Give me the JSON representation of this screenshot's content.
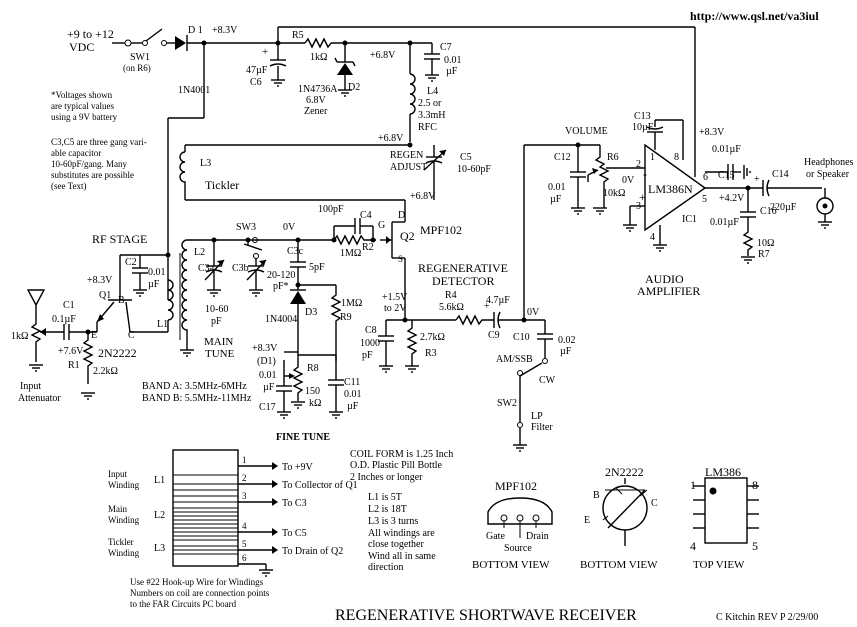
{
  "url": "http://www.qsl.net/va3iul",
  "title": "REGENERATIVE SHORTWAVE RECEIVER",
  "credit": "C Kitchin REV P 2/29/00",
  "power": {
    "input1": "+9 to +12",
    "input2": "VDC",
    "sw1": "SW1",
    "sw1_note": "(on R6)",
    "d1": "D 1",
    "d1_part": "1N4001",
    "rail1": "+8.3V",
    "rail2": "+8.3V",
    "rail3": "+8.3V",
    "rail4": "+8.3V",
    "d1_ref": "(D1)"
  },
  "note": {
    "line1": "*Voltages shown",
    "line2": "are typical values",
    "line3": "using a 9V battery",
    "line4": "C3,C5 are three gang vari-",
    "line5": "able capacitor",
    "line6": "10-60pF/gang.  Many",
    "line7": "substitutes are possible",
    "line8": "(see Text)"
  },
  "reg": {
    "r5": "R5",
    "r5_val": "1kΩ",
    "c6": "C6",
    "c6_val": "47µF",
    "v68": "+6.8V",
    "d2": "D2",
    "d2_part1": "1N4736A",
    "d2_part2": "6.8V",
    "d2_part3": "Zener",
    "c7": "C7",
    "c7_val1": "0.01",
    "c7_val2": "µF",
    "l4": "L4",
    "l4_val1": "2.5 or",
    "l4_val2": "3.3mH",
    "l4_val3": "RFC",
    "v68b": "+6.8V",
    "v68c": "+6.8V"
  },
  "regen": {
    "label1": "REGEN",
    "label2": "ADJUST",
    "c5": "C5",
    "c5_val": "10-60pF"
  },
  "tickler": {
    "l3": "L3",
    "label": "Tickler"
  },
  "rf": {
    "title": "RF STAGE",
    "v83": "+8.3V",
    "c2": "C2",
    "c2_val1": "0.01",
    "c2_val2": "µF",
    "q1": "Q1",
    "b": "B",
    "c": "C",
    "e": "E",
    "part": "2N2222",
    "c1": "C1",
    "c1_val": "0.1µF",
    "v76": "+7.6V",
    "r1": "R1",
    "r1_val": "2.2kΩ",
    "l1": "L1",
    "atten_val": "1kΩ",
    "atten1": "Input",
    "atten2": "Attenuator"
  },
  "tank": {
    "l2": "L2",
    "sw3": "SW3",
    "v0": "0V",
    "c3a": "C3a",
    "c3b": "C3b",
    "c3_val1": "10-60",
    "c3_val2": "pF",
    "main1": "MAIN",
    "main2": "TUNE",
    "c3c": "C3c",
    "c3c_val": "5pF",
    "c3c_range1": "20-120",
    "c3c_range2": "pF*",
    "d3_part": "1N4004",
    "d3": "D3",
    "r9": "R9",
    "r9_val": "1MΩ"
  },
  "fine": {
    "r8": "R8",
    "r8_val1": "150",
    "r8_val2": "kΩ",
    "c17": "C17",
    "c17_val1": "0.01",
    "c17_val2": "µF",
    "c11": "C11",
    "c11_val1": "0.01",
    "c11_val2": "µF",
    "label": "FINE TUNE"
  },
  "bands": {
    "a": "BAND A: 3.5MHz-6MHz",
    "b": "BAND B: 5.5MHz-11MHz"
  },
  "detector": {
    "c4": "C4",
    "c4_val": "100pF",
    "r2": "R2",
    "r2_val": "1MΩ",
    "g": "G",
    "d": "D",
    "s": "S",
    "q2": "Q2",
    "part": "MPF102",
    "title1": "REGENERATIVE",
    "title2": "DETECTOR",
    "vs1": "+1.5V",
    "vs2": "to 2V",
    "c8": "C8",
    "c8_val1": "1000",
    "c8_val2": "pF",
    "r3": "R3",
    "r3_val": "2.7kΩ",
    "r4": "R4",
    "r4_val": "5.6kΩ",
    "c9": "C9",
    "c9_val": "4.7µF",
    "v0": "0V",
    "c10": "C10",
    "c10_val1": "0.02",
    "c10_val2": "µF",
    "amssb": "AM/SSB",
    "cw": "CW",
    "sw2": "SW2",
    "lp1": "LP",
    "lp2": "Filter"
  },
  "audio": {
    "volume": "VOLUME",
    "c12": "C12",
    "c12_val1": "0.01",
    "c12_val2": "µF",
    "r6": "R6",
    "r6_val": "10kΩ",
    "c13": "C13",
    "c13_val": "10µF",
    "chip": "LM386N",
    "ic": "IC1",
    "pin1": "1",
    "pin2": "2",
    "pin3": "3",
    "pin4": "4",
    "pin5": "5",
    "pin6": "6",
    "pin8": "8",
    "v0": "0V",
    "v83": "+8.3V",
    "c15": "C15",
    "c15_val": "0.01µF",
    "v42": "+4.2V",
    "c16": "C16",
    "c16_val": "0.01µF",
    "r7": "R7",
    "r7_val": "10Ω",
    "c14": "C14",
    "c14_val": "220µF",
    "out1": "Headphones",
    "out2": "or Speaker",
    "title1": "AUDIO",
    "title2": "AMPLIFIER"
  },
  "coil": {
    "labels": [
      {
        "a": "Input",
        "b": "Winding",
        "l": "L1"
      },
      {
        "a": "Main",
        "b": "Winding",
        "l": "L2"
      },
      {
        "a": "Tickler",
        "b": "Winding",
        "l": "L3"
      }
    ],
    "pins": [
      {
        "n": "1",
        "to": "To +9V"
      },
      {
        "n": "2",
        "to": "To Collector of Q1"
      },
      {
        "n": "3",
        "to": "To C3"
      },
      {
        "n": "4",
        "to": "To C5"
      },
      {
        "n": "5",
        "to": "To Drain of Q2"
      },
      {
        "n": "6",
        "to": ""
      }
    ],
    "form1": "COIL FORM is  1.25 Inch",
    "form2": "O.D. Plastic  Pill Bottle",
    "form3": "2  Inches or longer",
    "l1": "L1 is 5T",
    "l2": "L2 is 18T",
    "l3": "L3 is 3 turns",
    "note1": "All windings are",
    "note2": "close together",
    "note3": "Wind all in same",
    "note4": "direction",
    "hook1": "Use #22 Hook-up Wire for Windings",
    "hook2": "Numbers on coil are connection points",
    "hook3": "to the FAR Circuits PC board"
  },
  "pinouts": {
    "mpf_title": "MPF102",
    "gate": "Gate",
    "source": "Source",
    "drain": "Drain",
    "mpf_view": "BOTTOM VIEW",
    "tr_title": "2N2222",
    "b": "B",
    "c": "C",
    "e": "E",
    "tr_view": "BOTTOM VIEW",
    "lm_title": "LM386",
    "lm_view": "TOP VIEW",
    "p1": "1",
    "p8": "8",
    "p4": "4",
    "p5": "5"
  }
}
